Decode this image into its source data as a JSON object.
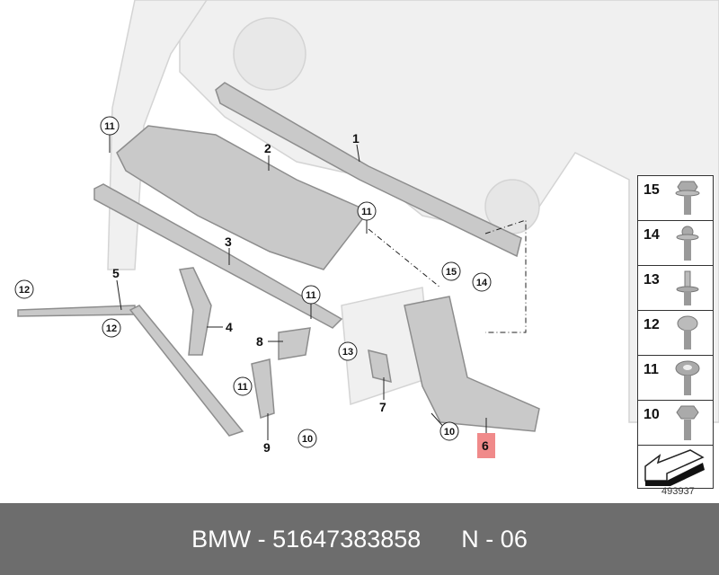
{
  "diagram": {
    "callouts": [
      {
        "num": "1",
        "circled": false
      },
      {
        "num": "2",
        "circled": false
      },
      {
        "num": "3",
        "circled": false
      },
      {
        "num": "4",
        "circled": false
      },
      {
        "num": "5",
        "circled": false
      },
      {
        "num": "6",
        "circled": false,
        "highlight": "#f08a8a"
      },
      {
        "num": "7",
        "circled": false
      },
      {
        "num": "8",
        "circled": false
      },
      {
        "num": "9",
        "circled": false
      },
      {
        "num": "10",
        "circled": true
      },
      {
        "num": "10",
        "circled": true
      },
      {
        "num": "11",
        "circled": true
      },
      {
        "num": "11",
        "circled": true
      },
      {
        "num": "11",
        "circled": true
      },
      {
        "num": "11",
        "circled": true
      },
      {
        "num": "12",
        "circled": true
      },
      {
        "num": "12",
        "circled": true
      },
      {
        "num": "13",
        "circled": true
      },
      {
        "num": "14",
        "circled": true
      },
      {
        "num": "15",
        "circled": true
      }
    ]
  },
  "legend": {
    "items": [
      {
        "num": "15",
        "icon": "hex-flange-bolt-icon"
      },
      {
        "num": "14",
        "icon": "torx-flange-bolt-icon"
      },
      {
        "num": "13",
        "icon": "stud-bolt-icon"
      },
      {
        "num": "12",
        "icon": "button-head-screw-icon"
      },
      {
        "num": "11",
        "icon": "washer-head-screw-icon"
      },
      {
        "num": "10",
        "icon": "hex-washer-bolt-icon"
      }
    ],
    "arrow_icon": "direction-arrow-icon",
    "reference": "493937"
  },
  "banner": {
    "text": "BMW - 51647383858      N - 06"
  }
}
